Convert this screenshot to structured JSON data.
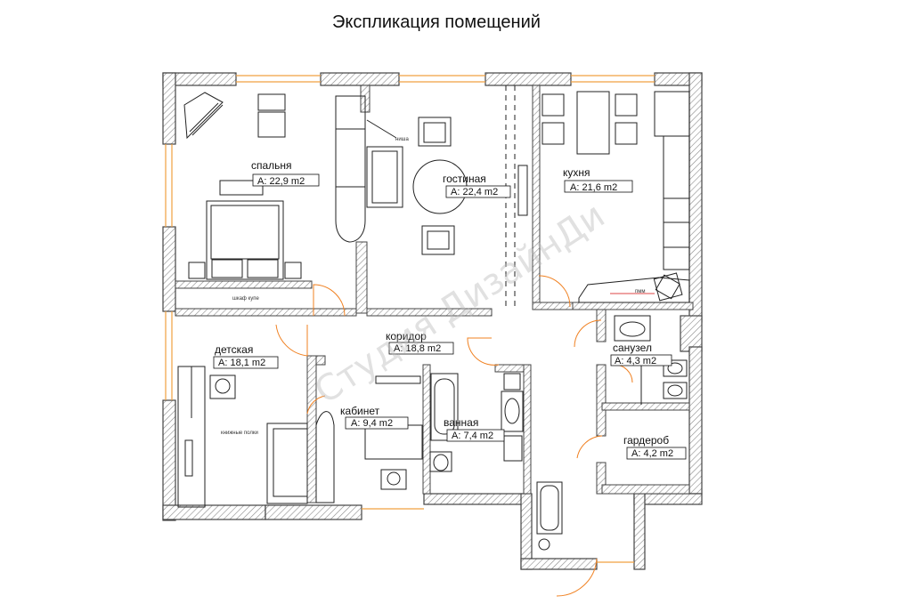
{
  "title": "Экспликация помещений",
  "watermark": "Студия ДизайнДи",
  "colors": {
    "wall": "#555555",
    "hatch": "#8a8a8a",
    "window": "#f0a040",
    "door": "#f08020",
    "furniture": "#222222"
  },
  "rooms": [
    {
      "name": "спальня",
      "area": "А: 22,9 m2"
    },
    {
      "name": "гостиная",
      "area": "А: 22,4 m2"
    },
    {
      "name": "кухня",
      "area": "А: 21,6 m2"
    },
    {
      "name": "коридор",
      "area": "А: 18,8 m2"
    },
    {
      "name": "детская",
      "area": "А: 18,1 m2"
    },
    {
      "name": "санузел",
      "area": "А: 4,3 m2"
    },
    {
      "name": "кабинет",
      "area": "А: 9,4 m2"
    },
    {
      "name": "ванная",
      "area": "А: 7,4 m2"
    },
    {
      "name": "гардероб",
      "area": "А: 4,2 m2"
    }
  ],
  "labels": {
    "wardrobe": "шкаф купе",
    "bookshelves": "книжные полки",
    "niche": "ниша",
    "dishwasher": "пмм"
  }
}
